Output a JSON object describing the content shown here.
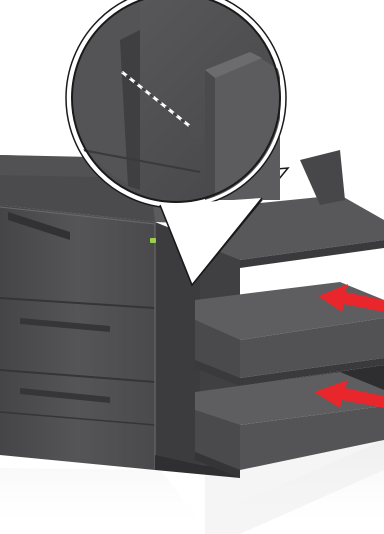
{
  "figure": {
    "subject": "printer-finisher-installation-illustration",
    "colors": {
      "background": "#ffffff",
      "printer_body": "#4d4d4f",
      "printer_dark": "#3a3a3c",
      "printer_light": "#6a6a6c",
      "arrow": "#e8262b",
      "indicator_light": "#9ad14b"
    },
    "icons": {
      "insert_arrow": "arrow-right-icon",
      "detail_callout": "magnifier-callout"
    },
    "callout": {
      "shows": "finisher-latch-detail"
    },
    "arrows": [
      {
        "name": "upper-insert-arrow",
        "direction": "left"
      },
      {
        "name": "lower-insert-arrow",
        "direction": "left"
      }
    ]
  }
}
